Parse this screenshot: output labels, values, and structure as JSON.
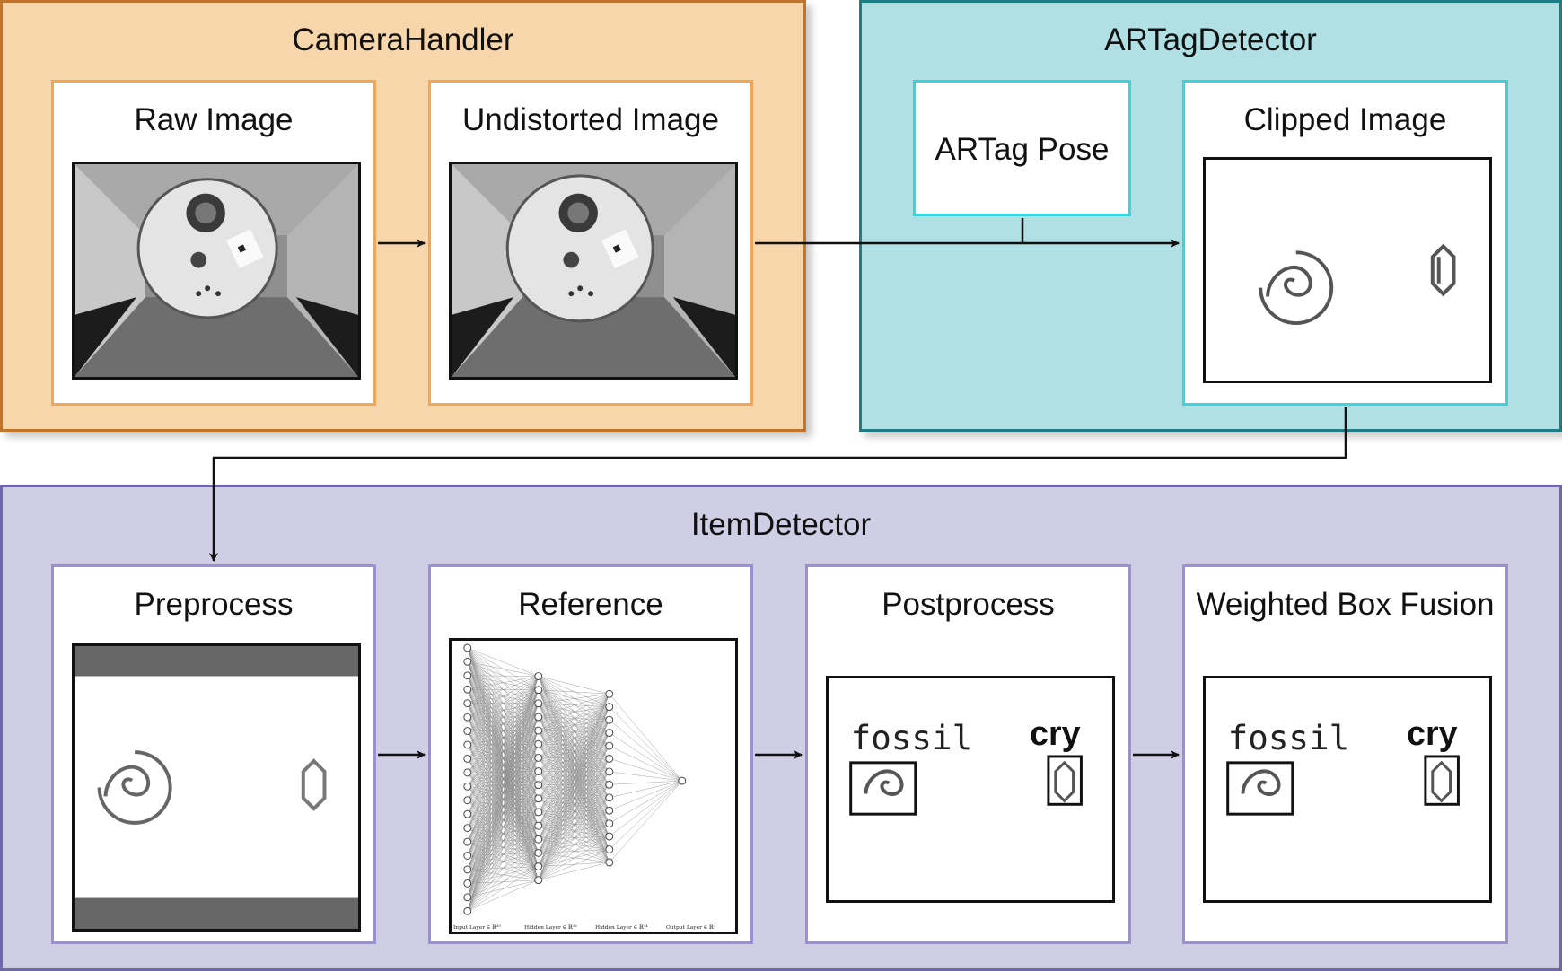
{
  "groups": {
    "camera": {
      "title": "CameraHandler",
      "fill": "#f8d6ab",
      "stroke": "#c0752c"
    },
    "artag": {
      "title": "ARTagDetector",
      "fill": "#b0e0e3",
      "stroke": "#1d7c84"
    },
    "item": {
      "title": "ItemDetector",
      "fill": "#d0cee4",
      "stroke": "#6f67a6"
    }
  },
  "cards": {
    "raw_image": "Raw Image",
    "undistorted_image": "Undistorted Image",
    "artag_pose": "ARTag Pose",
    "clipped_image": "Clipped Image",
    "preprocess": "Preprocess",
    "reference": "Reference",
    "postprocess": "Postprocess",
    "wbf": "Weighted Box Fusion"
  },
  "detections": {
    "label_fossil": "fossil",
    "label_crystal": "cry"
  },
  "nn_layer_captions": [
    "Input Layer ∈ ℝ²⁰",
    "Hidden Layer ∈ ℝ¹⁶",
    "Hidden Layer ∈ ℝ¹⁴",
    "Output Layer ∈ ℝ¹"
  ],
  "colors": {
    "camera_card_border": "#f2a65a",
    "artag_card_border": "#3ed3db",
    "item_card_border": "#9a8fd8"
  }
}
